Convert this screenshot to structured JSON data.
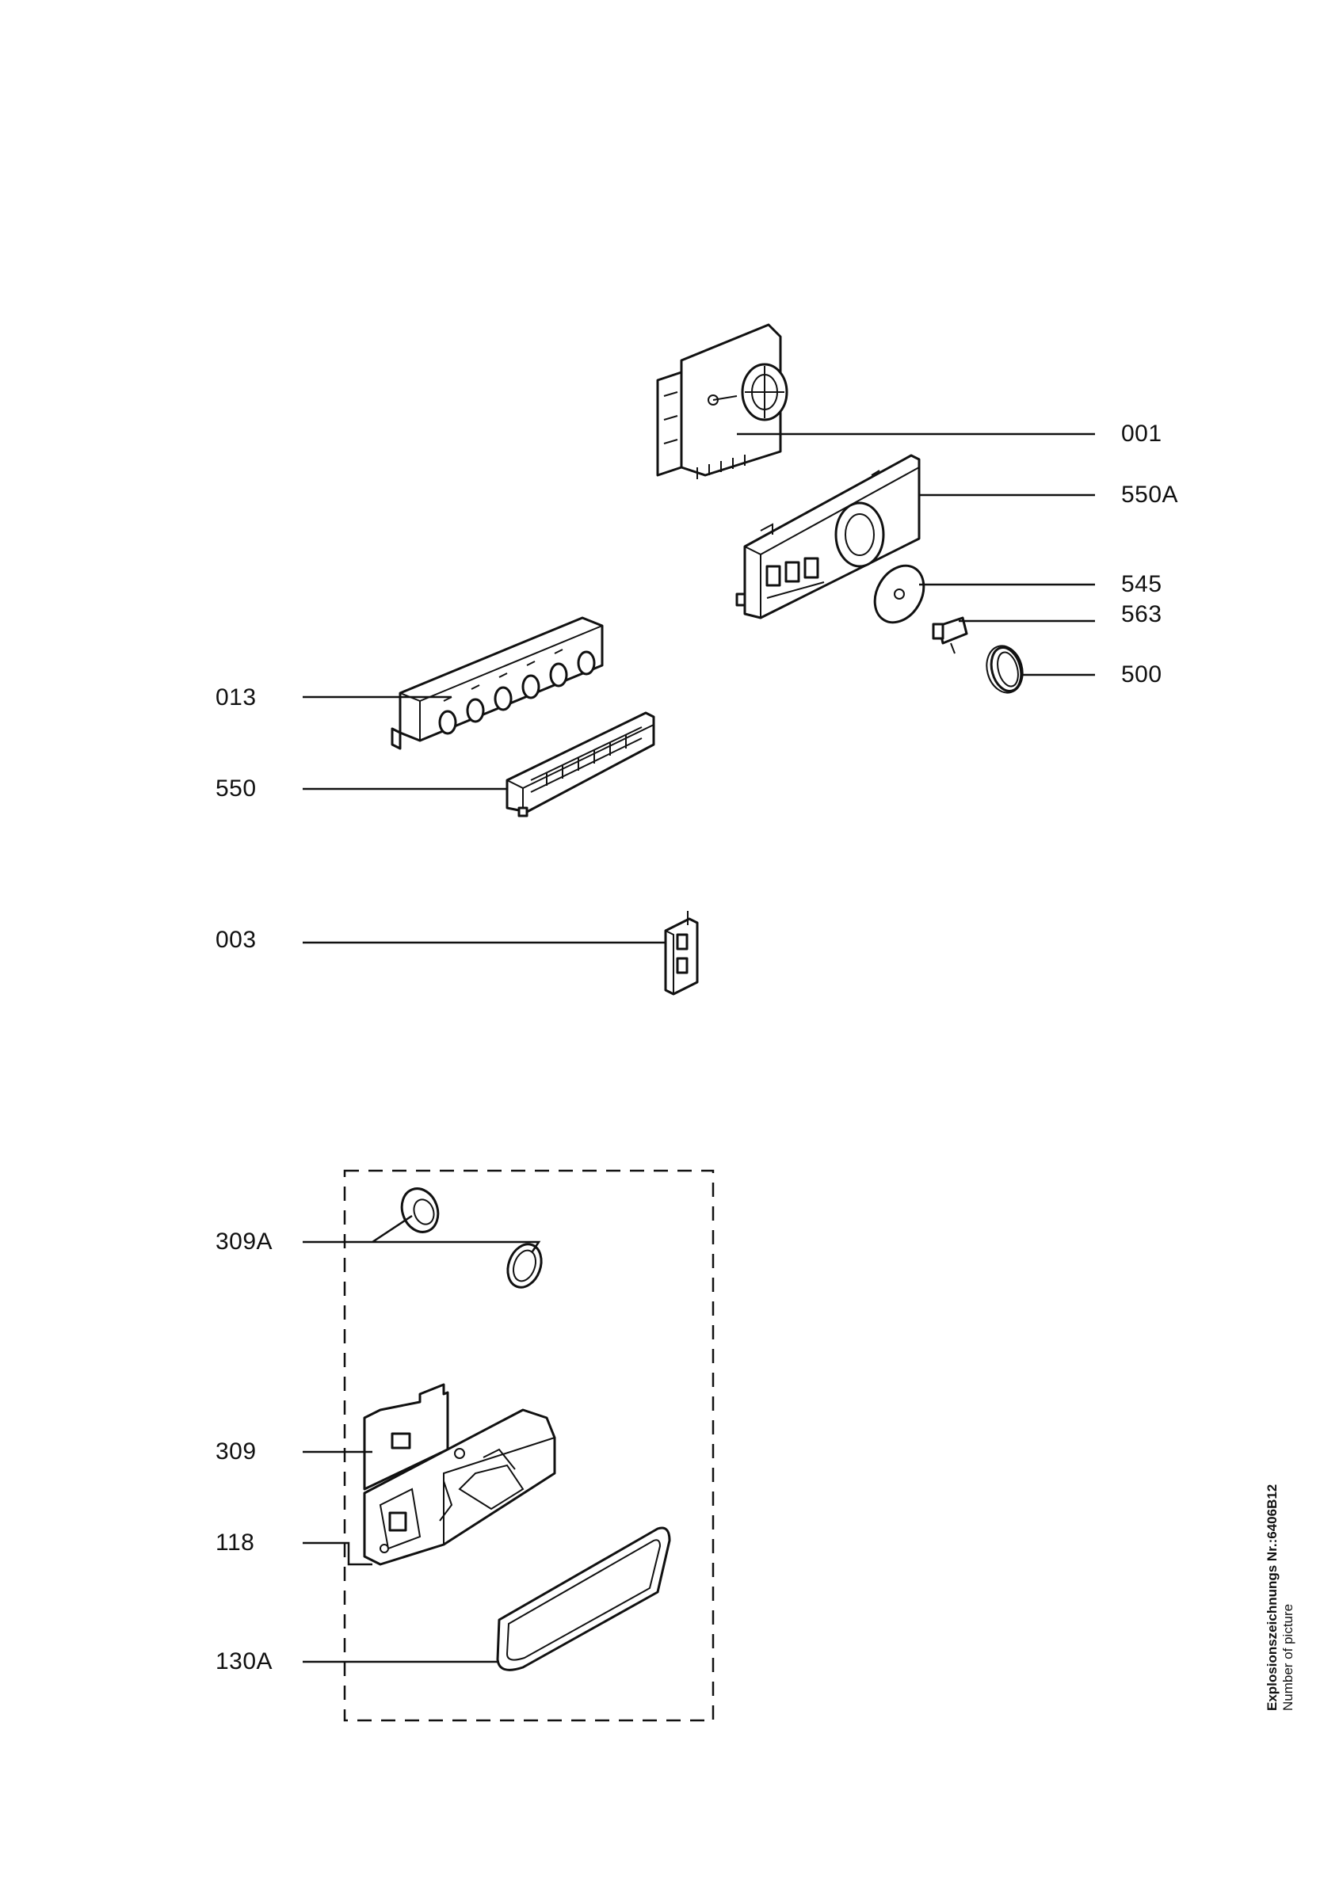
{
  "labels": {
    "p001": "001",
    "p550A": "550A",
    "p545": "545",
    "p563": "563",
    "p500": "500",
    "p013": "013",
    "p550": "550",
    "p003": "003",
    "p309A": "309A",
    "p309": "309",
    "p118": "118",
    "p130A": "130A"
  },
  "caption": {
    "line1": "Explosionszeichnungs Nr.:6406B12",
    "line2": "Number of picture"
  }
}
